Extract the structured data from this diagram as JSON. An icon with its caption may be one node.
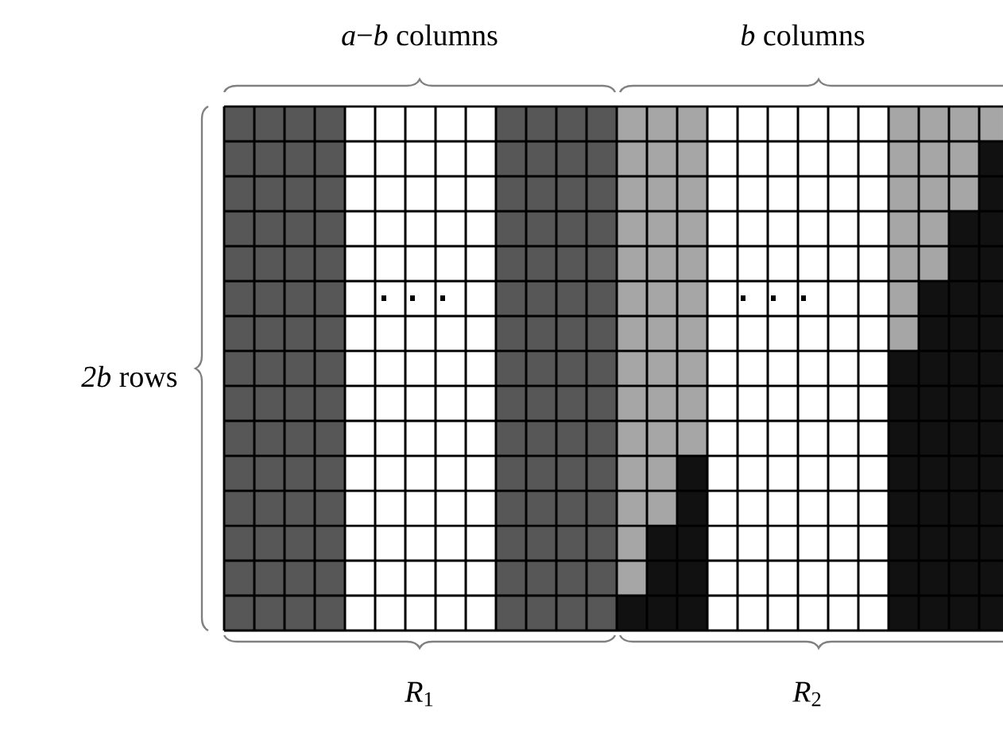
{
  "diagram": {
    "labels": [
      "*a*−*b* columns",
      "*b* columns",
      "*2b* rows",
      "*R*$_{1}$",
      "*R*$_{2}$"
    ]
  }
}
